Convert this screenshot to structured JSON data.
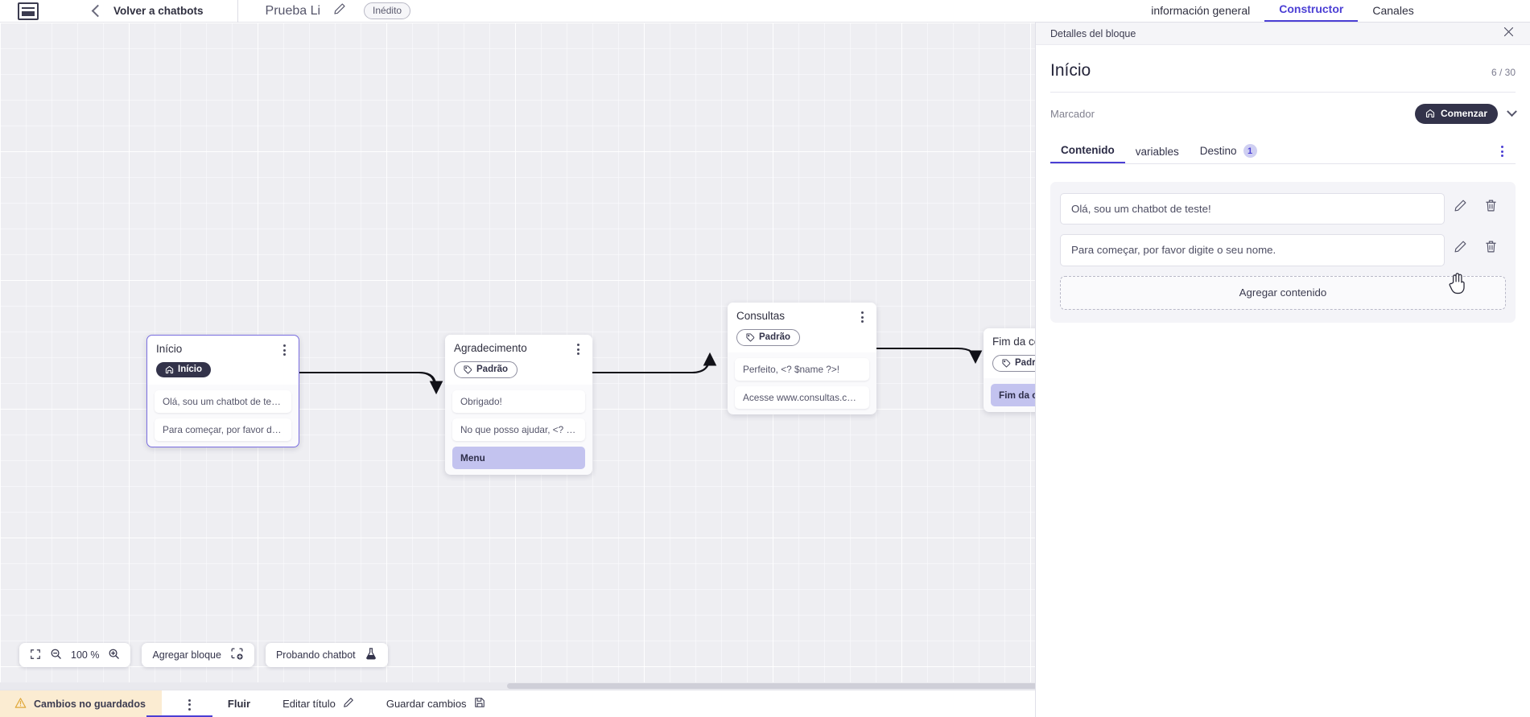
{
  "header": {
    "logo_icon": "brand-logo-icon",
    "back_chevron_icon": "chevron-left-icon",
    "back_label": "Volver a chatbots",
    "bot_title": "Prueba Li",
    "edit_icon": "pencil-icon",
    "status_badge": "Inédito"
  },
  "right_tabs": [
    {
      "label": "información general",
      "active": false
    },
    {
      "label": "Constructor",
      "active": true
    },
    {
      "label": "Canales",
      "active": false
    }
  ],
  "canvas": {
    "zoom_controls": {
      "fit_icon": "fit-screen-icon",
      "zoom_out_icon": "zoom-out-icon",
      "zoom_level": "100 %",
      "zoom_in_icon": "zoom-in-icon"
    },
    "add_block": {
      "label": "Agregar bloque",
      "icon": "add-block-icon"
    },
    "test_chatbot": {
      "label": "Probando chatbot",
      "icon": "flask-icon"
    },
    "blocks": [
      {
        "title": "Início",
        "tag": "Início",
        "tag_icon": "home-icon",
        "tag_style": "dark",
        "selected": true,
        "messages": [
          {
            "text": "Olá, sou um chatbot de teste!",
            "highlight": false
          },
          {
            "text": "Para começar, por favor digite o ...",
            "highlight": false
          }
        ]
      },
      {
        "title": "Agradecimento",
        "tag": "Padrão",
        "tag_icon": "tag-icon",
        "tag_style": "outline",
        "selected": false,
        "messages": [
          {
            "text": "Obrigado!",
            "highlight": false
          },
          {
            "text": "No que posso ajudar, <? $name ...",
            "highlight": false
          },
          {
            "text": "Menu",
            "highlight": true
          }
        ]
      },
      {
        "title": "Consultas",
        "tag": "Padrão",
        "tag_icon": "tag-icon",
        "tag_style": "outline",
        "selected": false,
        "messages": [
          {
            "text": "Perfeito, <? $name ?>!",
            "highlight": false
          },
          {
            "text": "Acesse www.consultas.com par...",
            "highlight": false
          }
        ]
      },
      {
        "title": "Fim da conversa",
        "tag": "Padrão",
        "tag_icon": "tag-icon",
        "tag_style": "outline",
        "selected": false,
        "messages": [
          {
            "text": "Fim da conversa",
            "highlight": true
          }
        ]
      }
    ]
  },
  "statusbar": {
    "warning_icon": "warning-triangle-icon",
    "unsaved_label": "Cambios no guardados",
    "kebab_icon": "kebab-menu-icon",
    "flow_label": "Fluir",
    "edit_title_label": "Editar título",
    "edit_title_icon": "pencil-icon",
    "save_label": "Guardar cambios",
    "save_icon": "save-disk-icon"
  },
  "panel": {
    "head_title": "Detalles del bloque",
    "close_icon": "close-icon",
    "title": "Início",
    "count": "6 / 30",
    "marcador_label": "Marcador",
    "marcador_value": "Comenzar",
    "marcador_icon": "home-icon",
    "marcador_chevron": "chevron-down-icon",
    "tabs": [
      {
        "label": "Contenido",
        "active": true,
        "badge": null
      },
      {
        "label": "variables",
        "active": false,
        "badge": null
      },
      {
        "label": "Destino",
        "active": false,
        "badge": "1"
      }
    ],
    "tabs_kebab_icon": "kebab-menu-icon",
    "contents": [
      {
        "text": "Olá, sou um chatbot de teste!",
        "edit_icon": "pencil-icon",
        "delete_icon": "trash-icon"
      },
      {
        "text": "Para começar, por favor digite o seu nome.",
        "edit_icon": "pencil-icon",
        "delete_icon": "trash-icon"
      }
    ],
    "add_content_label": "Agregar contenido"
  },
  "colors": {
    "accent": "#4b3fd4",
    "dark": "#33334a",
    "highlight": "#c3c3ef",
    "warning_bg": "#fbecd2",
    "canvas_bg": "#eeeef2"
  }
}
